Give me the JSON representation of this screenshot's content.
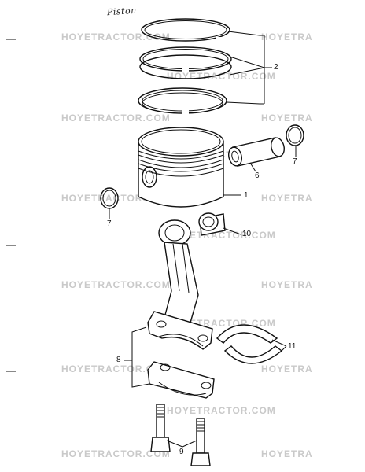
{
  "title_handwritten": "Piston",
  "watermark": "HOYETRACTOR.COM",
  "watermark_partial": "HOYETRA",
  "callouts": {
    "piston": "1",
    "rings": "2",
    "pin": "6",
    "circlip_right": "7",
    "circlip_left": "7",
    "small_end_bush": "10",
    "conrod_bearings": "11",
    "connecting_rod": "8",
    "bolts": "9"
  }
}
